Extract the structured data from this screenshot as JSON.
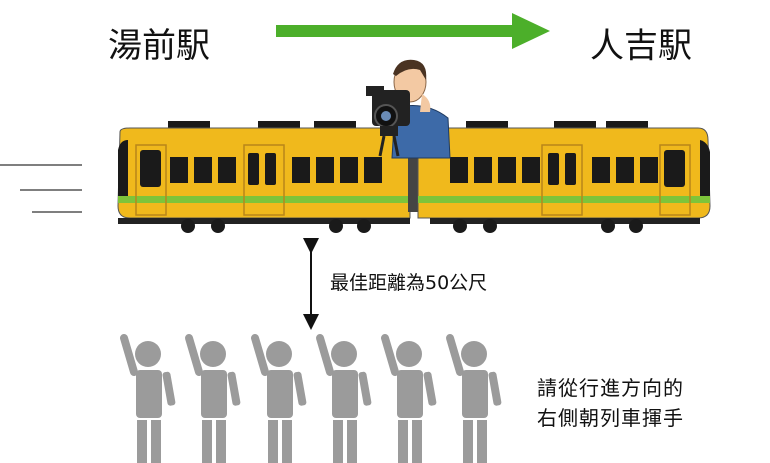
{
  "stations": {
    "from": "湯前駅",
    "to": "人吉駅"
  },
  "distance_note": "最佳距離為50公尺",
  "instruction": {
    "line1": "請從行進方向的",
    "line2": "右側朝列車揮手"
  },
  "colors": {
    "arrow": "#4caf2a",
    "train_body": "#f0b91c",
    "train_stripe": "#7dc43a",
    "window": "#1a1a1a",
    "person": "#9b9b9b",
    "jacket": "#3d6aa8"
  },
  "crowd": {
    "count": 6
  }
}
